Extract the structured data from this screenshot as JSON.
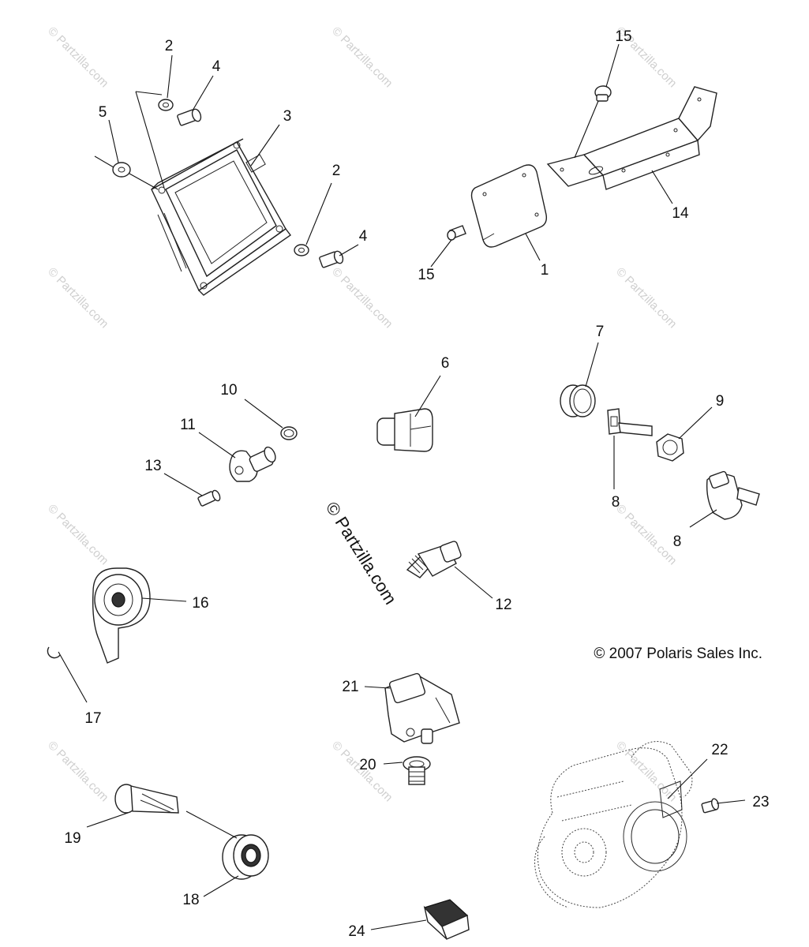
{
  "diagram": {
    "callouts": [
      "1",
      "2",
      "3",
      "4",
      "5",
      "6",
      "7",
      "8",
      "9",
      "10",
      "11",
      "12",
      "13",
      "14",
      "15",
      "16",
      "17",
      "18",
      "19",
      "20",
      "21",
      "22",
      "23",
      "24"
    ],
    "copyright": "© 2007 Polaris Sales Inc.",
    "watermark_center": "© Partzilla.com",
    "watermark_tile": "© Partzilla.com",
    "line_color": "#111111",
    "watermark_color": "#cfcfcf"
  }
}
